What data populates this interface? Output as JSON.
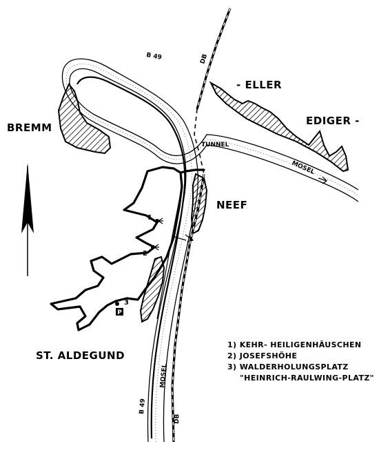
{
  "places": {
    "bremm": "BREMM",
    "eller": "- ELLER",
    "ediger": "EDIGER -",
    "neef": "NEEF",
    "st_aldegund": "ST. ALDEGUND"
  },
  "labels": {
    "b49_top": "B 49",
    "b49_bottom": "B 49",
    "db_top": "DB",
    "db_bottom": "DB",
    "tunnel": "TUNNEL",
    "mosel_right": "MOSEL",
    "mosel_left": "MOSEL",
    "parking": "P"
  },
  "markers": [
    "1",
    "2",
    "3"
  ],
  "legend": [
    "1) KEHR- HEILIGENHÄUSCHEN",
    "2) JOSEFSHÖHE",
    "3) WALDERHOLUNGSPLATZ",
    "\"HEINRICH-RAULWING-PLATZ\""
  ],
  "colors": {
    "ink": "#000000",
    "paper": "#ffffff"
  }
}
